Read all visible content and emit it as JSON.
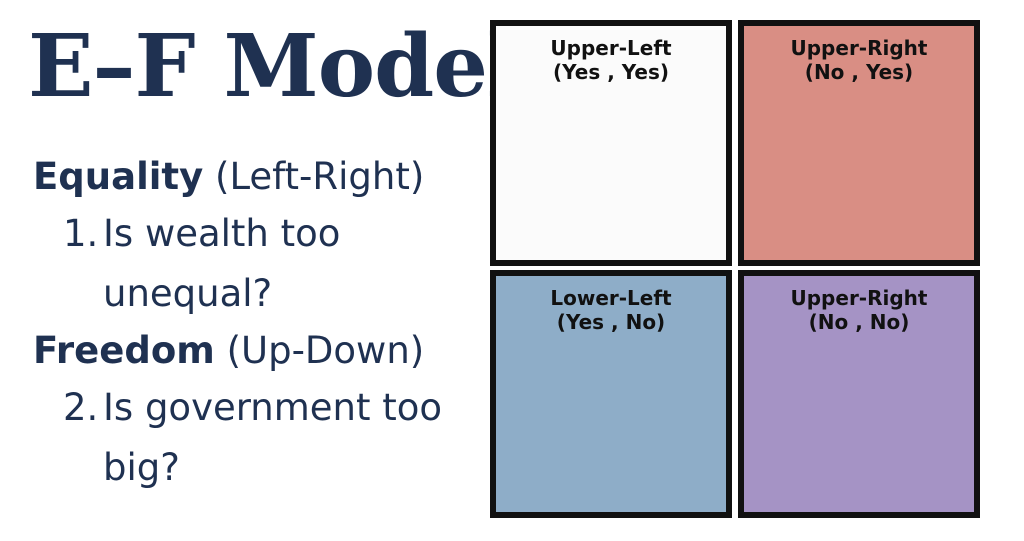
{
  "title": "E–F Model",
  "dimensions": [
    {
      "name": "Equality",
      "axis": "(Left-Right)",
      "question_number": "1.",
      "question": "Is wealth too unequal?"
    },
    {
      "name": "Freedom",
      "axis": "(Up-Down)",
      "question_number": "2.",
      "question": "Is government too big?"
    }
  ],
  "quadrants": [
    {
      "label": "Upper-Left",
      "answers": "(Yes , Yes)",
      "color": "#fbfbfb"
    },
    {
      "label": "Upper-Right",
      "answers": "(No , Yes)",
      "color": "#d98e84"
    },
    {
      "label": "Lower-Left",
      "answers": "(Yes , No)",
      "color": "#8eadc8"
    },
    {
      "label": "Upper-Right",
      "answers": "(No , No)",
      "color": "#a593c5"
    }
  ],
  "colors": {
    "title_text": "#1f3151",
    "border": "#111111"
  }
}
